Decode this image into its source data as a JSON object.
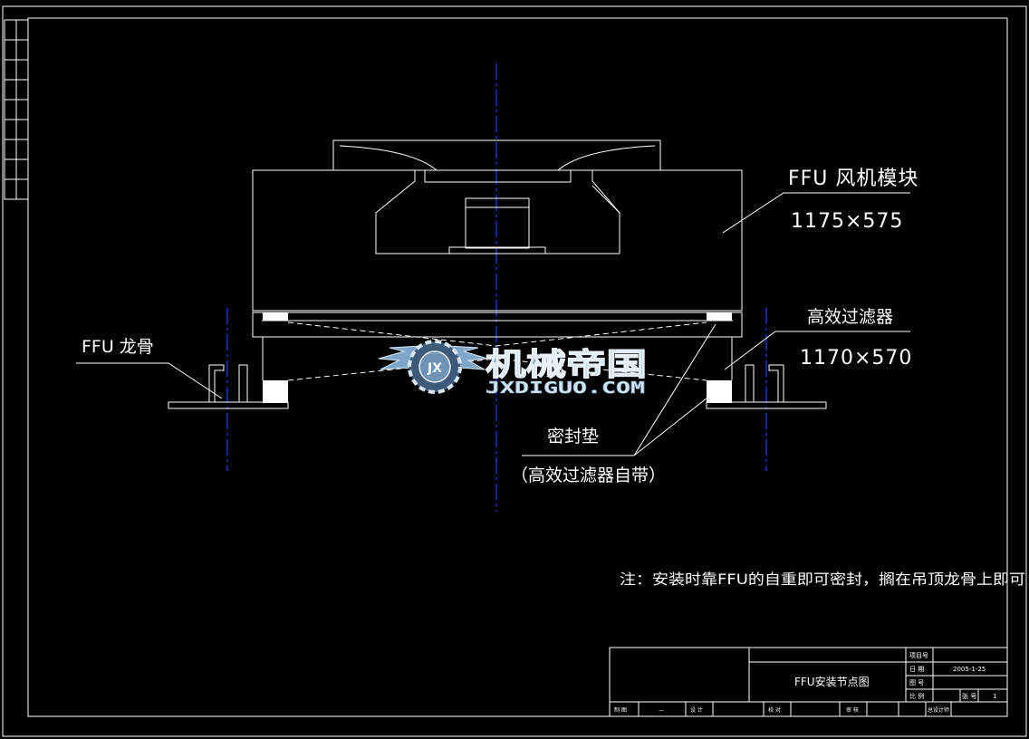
{
  "labels": {
    "fan_module_title": "FFU 风机模块",
    "fan_module_dim": "1175×575",
    "filter_title": "高效过滤器",
    "filter_dim": "1170×570",
    "keel": "FFU 龙骨",
    "gasket": "密封垫",
    "gasket_note": "（高效过滤器自带）",
    "note": "注：安装时靠FFU的自重即可密封，搁在吊顶龙骨上即可"
  },
  "watermark": {
    "brand_cn": "机械帝国",
    "brand_en": "JXDIGUO.COM",
    "emblem": "JX"
  },
  "title_block": {
    "drawing_name": "FFU安装节点图",
    "project_label": "项目号",
    "date_label": "日 期",
    "date_value": "2005-1-25",
    "drawing_no_label": "图 号",
    "scale_label": "比 例",
    "sheet_label": "张 号",
    "sheet_value": "1",
    "drawn_label": "制 图",
    "drawn_value": "—",
    "design_label": "设 计",
    "check_label": "校 对",
    "review_label": "审 核",
    "approve_label": "总设计师"
  },
  "colors": {
    "background": "#000000",
    "line": "#ffffff",
    "centerline": "#1a33c8",
    "watermark": "#7ea6c8"
  }
}
